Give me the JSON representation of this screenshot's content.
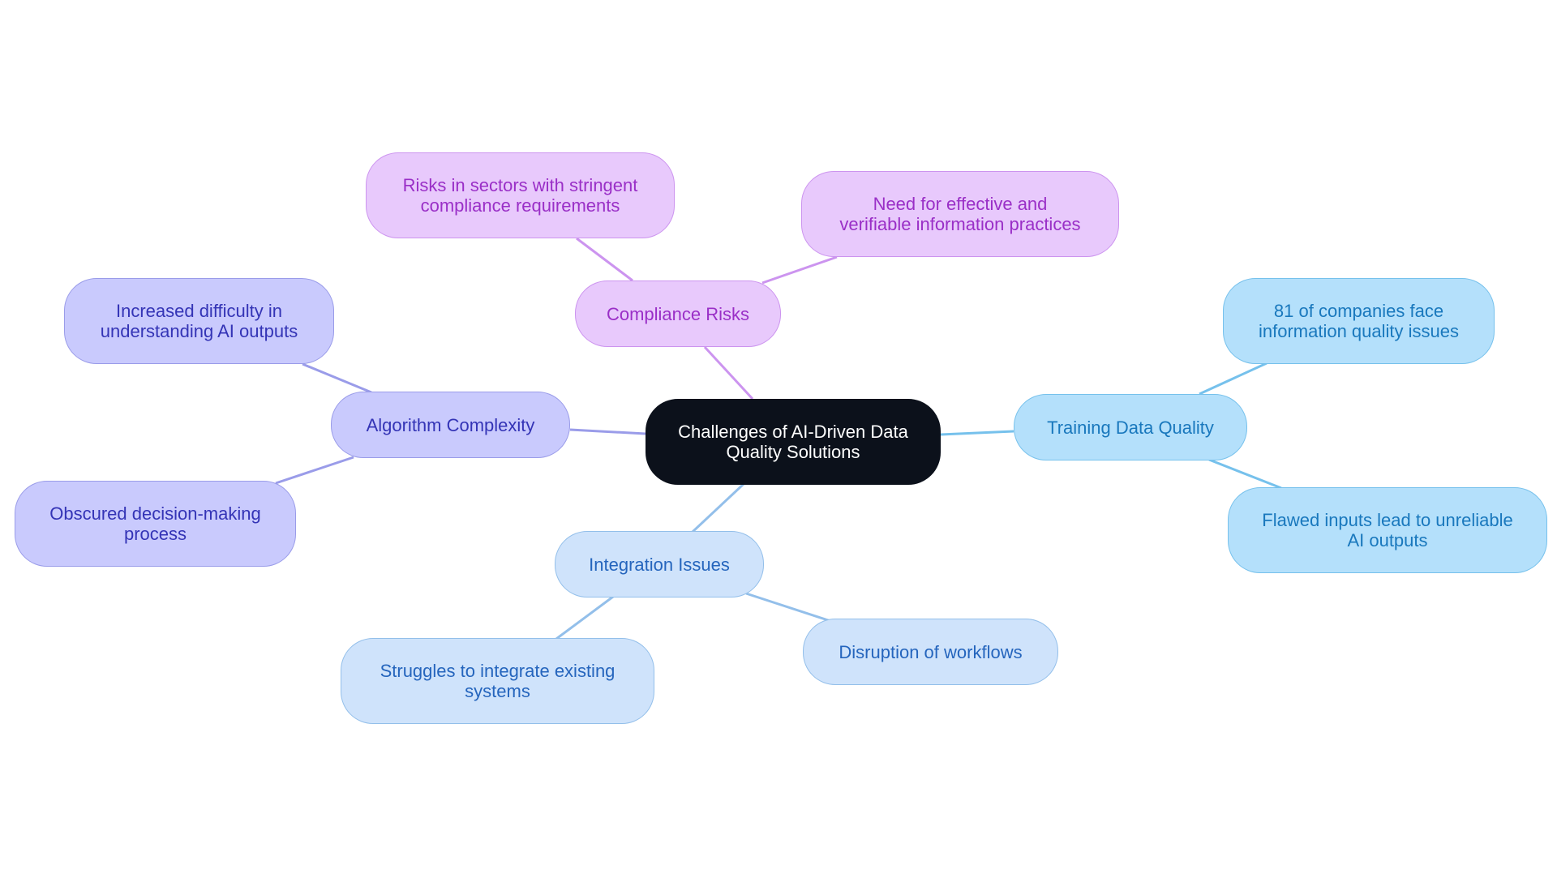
{
  "diagram": {
    "type": "mindmap",
    "root": {
      "label": "Challenges of AI-Driven Data\nQuality Solutions"
    },
    "branches": [
      {
        "label": "Compliance Risks",
        "color": "#cc94ef",
        "children": [
          {
            "label": "Risks in sectors with stringent\ncompliance requirements"
          },
          {
            "label": "Need for effective and\nverifiable information practices"
          }
        ]
      },
      {
        "label": "Algorithm Complexity",
        "color": "#9a9ce9",
        "children": [
          {
            "label": "Increased difficulty in\nunderstanding AI outputs"
          },
          {
            "label": "Obscured decision-making\nprocess"
          }
        ]
      },
      {
        "label": "Training Data Quality",
        "color": "#76c1ec",
        "children": [
          {
            "label": "81 of companies face\ninformation quality issues"
          },
          {
            "label": "Flawed inputs lead to unreliable\nAI outputs"
          }
        ]
      },
      {
        "label": "Integration Issues",
        "color": "#93bfea",
        "children": [
          {
            "label": "Struggles to integrate existing\nsystems"
          },
          {
            "label": "Disruption of workflows"
          }
        ]
      }
    ]
  }
}
